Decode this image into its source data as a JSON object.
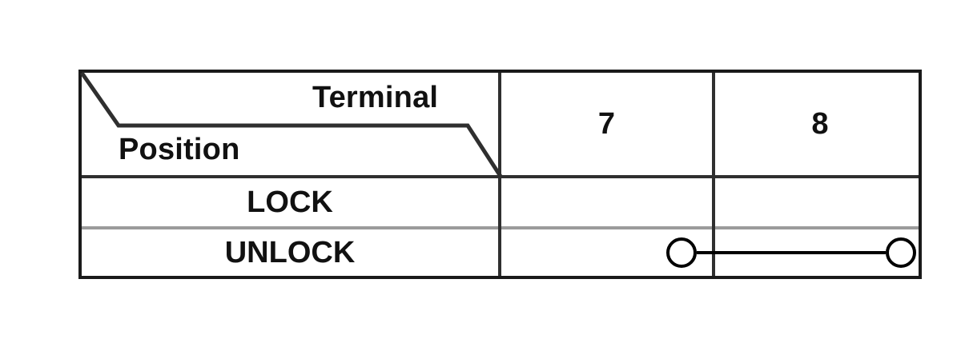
{
  "figure": {
    "kind": "continuity-table",
    "title_row_labels": {
      "column_axis": "Terminal",
      "row_axis": "Position"
    },
    "colors": {
      "frame": "#1a1a1a",
      "rule_dark": "#2f2f2f",
      "rule_light": "#9b9b9b",
      "text": "#111111",
      "background": "#ffffff",
      "connector": "#000000"
    }
  },
  "table": {
    "column_headers": [
      "7",
      "8"
    ],
    "rows": [
      {
        "label": "LOCK",
        "continuity": false,
        "terminals": []
      },
      {
        "label": "UNLOCK",
        "continuity": true,
        "terminals": [
          "7",
          "8"
        ]
      }
    ],
    "connector": {
      "symbol": "circle-line-circle",
      "circle_count": 2,
      "spans_columns": [
        "7",
        "8"
      ],
      "on_row": "UNLOCK"
    }
  }
}
